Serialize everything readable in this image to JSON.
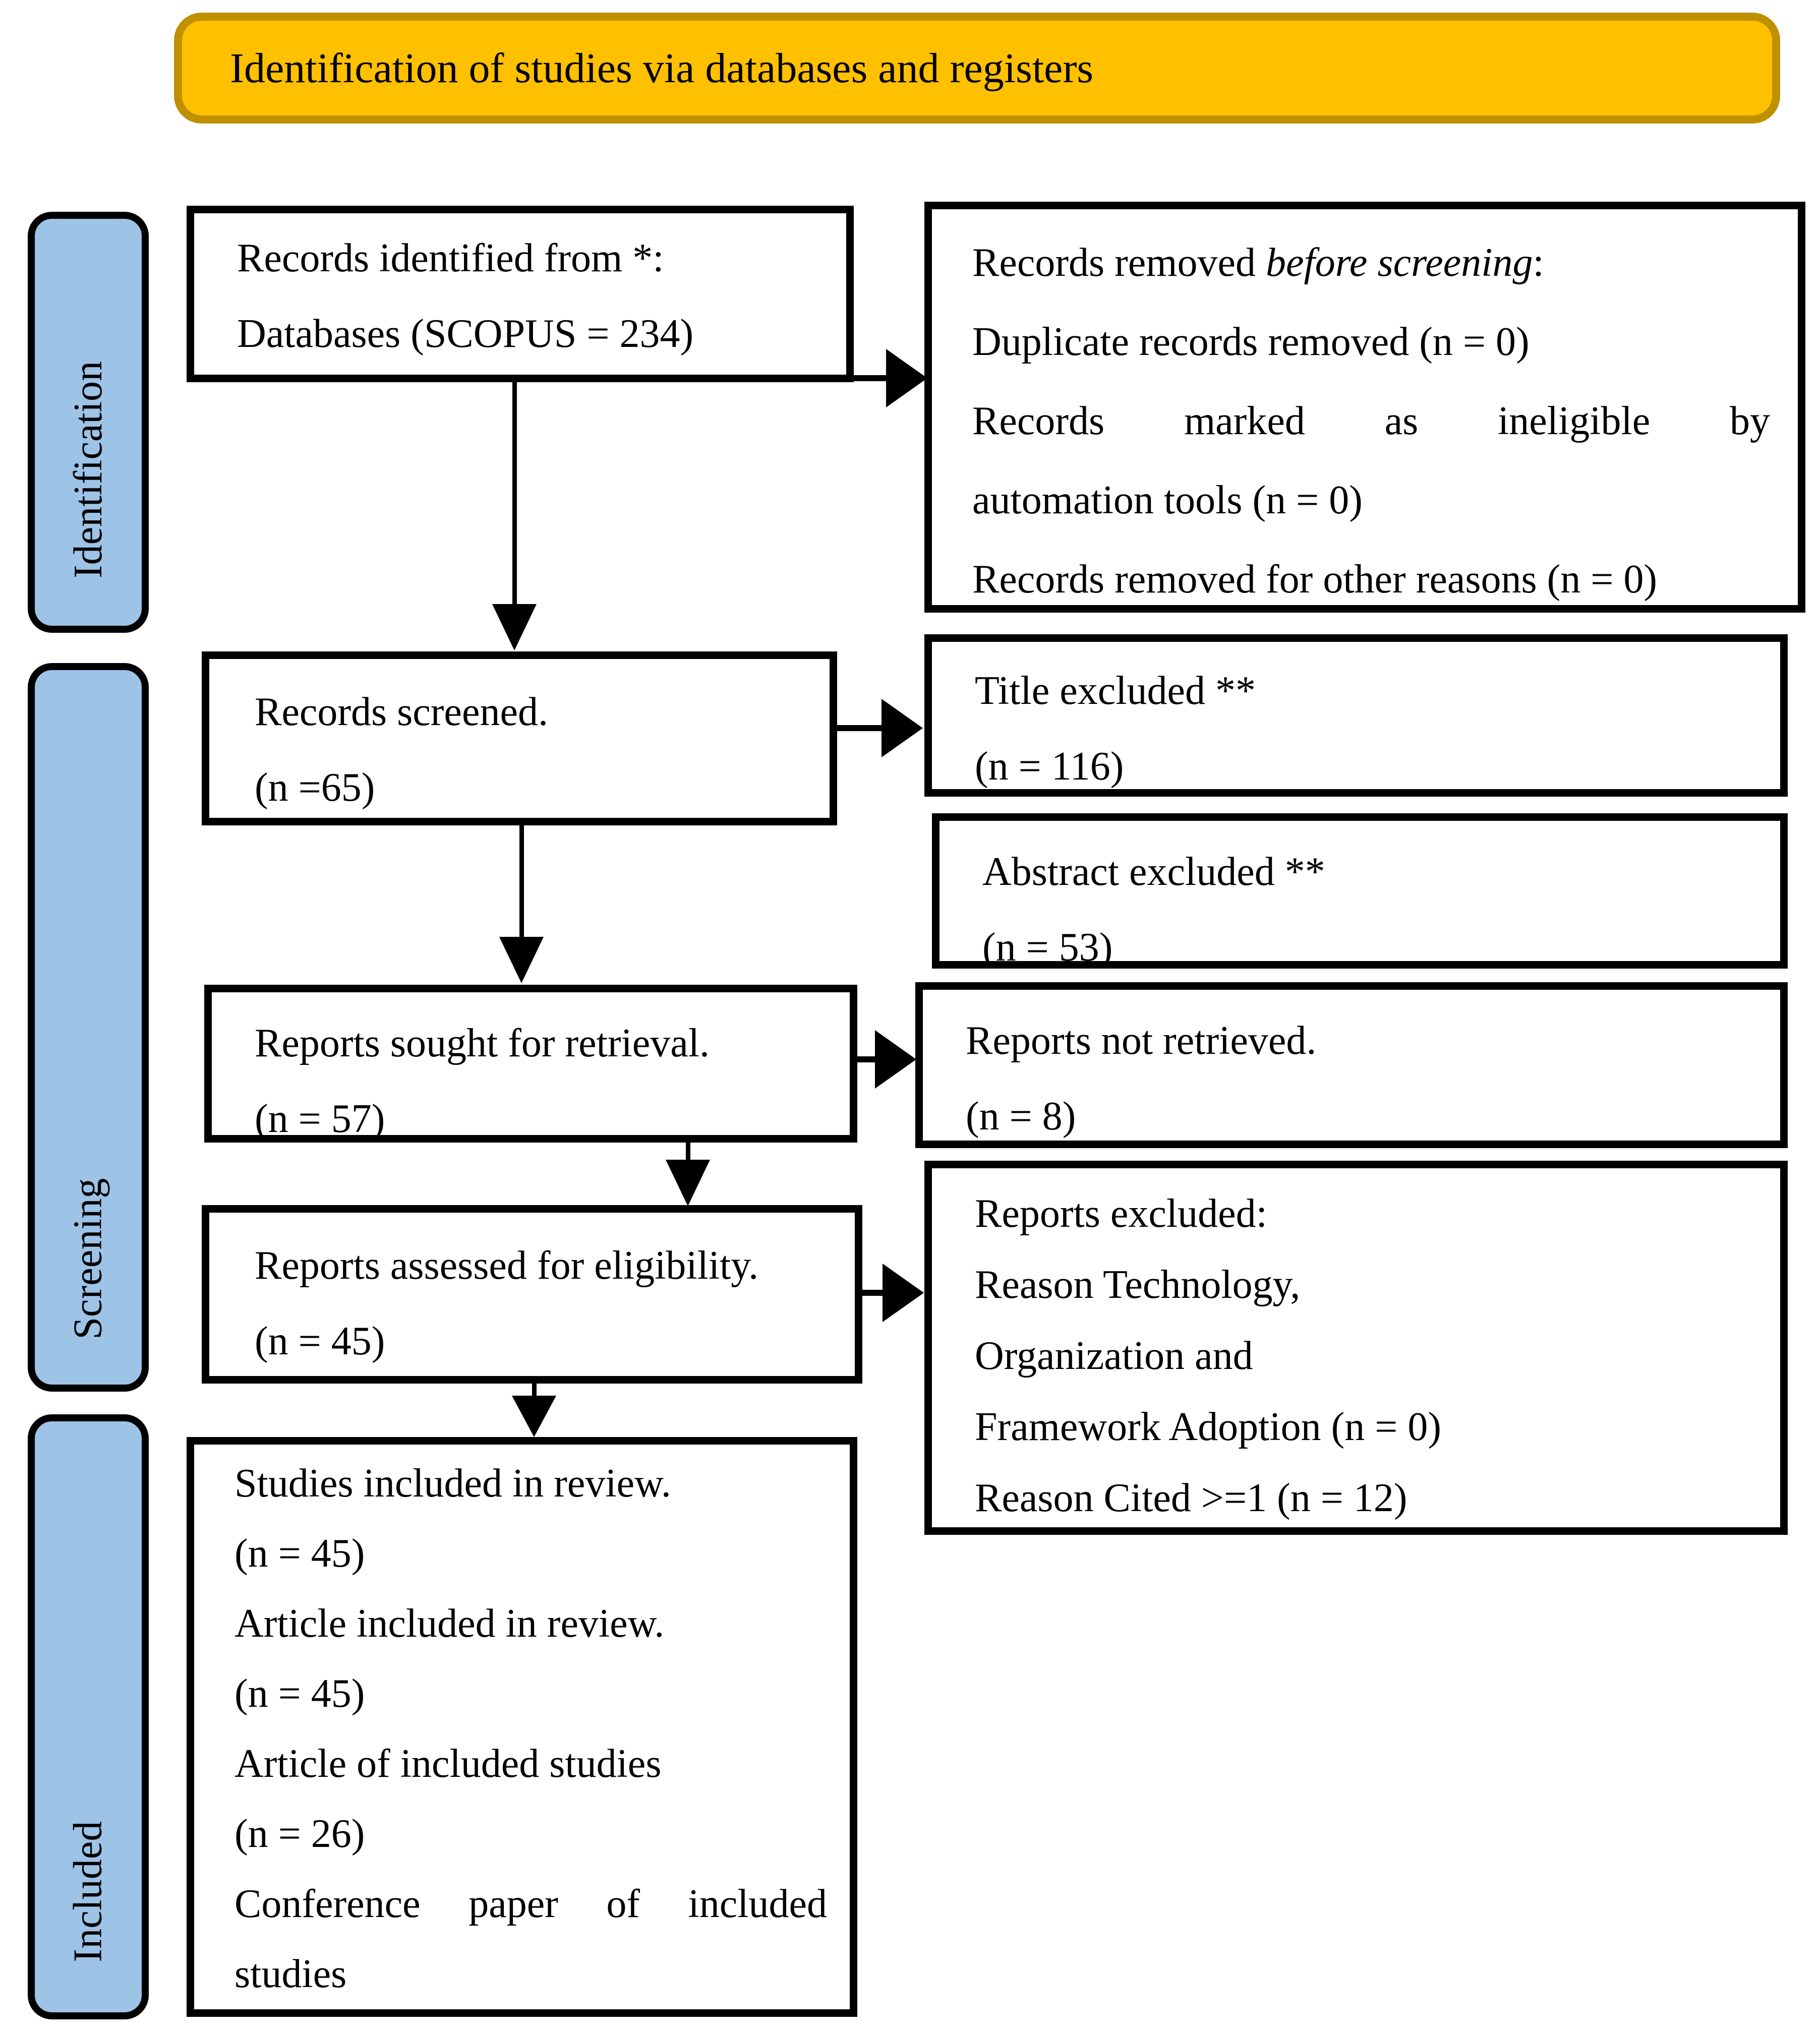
{
  "banner": {
    "title": "Identification of studies via databases and registers"
  },
  "sidebar": {
    "identification": "Identification",
    "screening": "Screening",
    "included": "Included"
  },
  "colors": {
    "banner_fill": "#FFC000",
    "banner_border": "#BF9000",
    "stage_fill": "#9DC3E6",
    "box_border": "#000000"
  },
  "boxes": {
    "records_identified": {
      "lines": [
        "Records identified from *:",
        "Databases (SCOPUS = 234)"
      ]
    },
    "records_removed": {
      "line1": {
        "prefix": "Records removed ",
        "italic": "before screening",
        "suffix": ":"
      },
      "lines": [
        "Duplicate records removed (n = 0)",
        "Records marked as ineligible by",
        "automation tools (n = 0)",
        "Records removed for other reasons (n = 0)"
      ]
    },
    "records_screened": {
      "lines": [
        "Records screened.",
        "(n =65)"
      ]
    },
    "title_excluded": {
      "lines": [
        "Title excluded **",
        "(n = 116)"
      ]
    },
    "abstract_excluded": {
      "lines": [
        "Abstract excluded **",
        "(n = 53)"
      ]
    },
    "reports_sought": {
      "lines": [
        "Reports sought for retrieval.",
        "(n = 57)"
      ]
    },
    "reports_not_retrieved": {
      "lines": [
        "Reports not retrieved.",
        "(n = 8)"
      ]
    },
    "reports_assessed": {
      "lines": [
        "Reports assessed for eligibility.",
        "(n = 45)"
      ]
    },
    "reports_excluded": {
      "lines": [
        "Reports excluded:",
        "Reason Technology,",
        "Organization and",
        "Framework Adoption (n = 0)",
        "Reason Cited >=1 (n = 12)"
      ]
    },
    "studies_included": {
      "lines": [
        "Studies included in review.",
        "(n = 45)",
        "Article included in review.",
        "(n = 45)",
        "Article of included studies",
        "(n = 26)",
        "Conference paper of included",
        "studies"
      ]
    }
  }
}
